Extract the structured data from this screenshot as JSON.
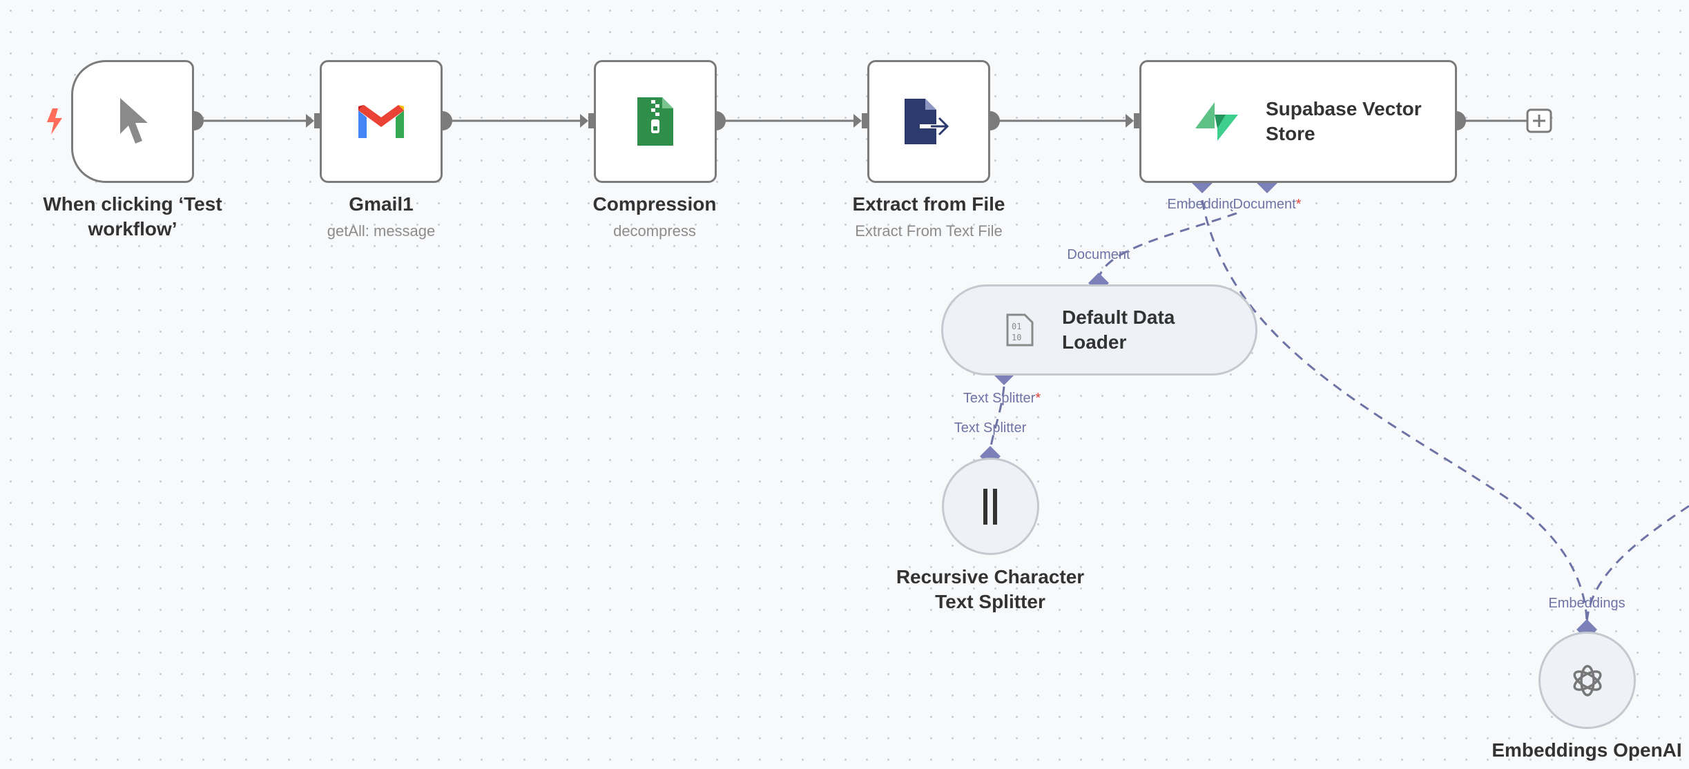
{
  "nodes": [
    {
      "title": "When clicking ‘Test workflow’",
      "title_l1": "When clicking ‘Test",
      "title_l2": "workflow’",
      "icon": "cursor-icon"
    },
    {
      "title": "Gmail1",
      "subtitle": "getAll: message",
      "icon": "gmail-icon"
    },
    {
      "title": "Compression",
      "subtitle": "decompress",
      "icon": "zip-file-icon"
    },
    {
      "title": "Extract from File",
      "subtitle": "Extract From Text File",
      "icon": "file-export-icon"
    },
    {
      "title_l1": "Supabase Vector",
      "title_l2": "Store",
      "icon": "supabase-icon"
    },
    {
      "title_l1": "Default Data",
      "title_l2": "Loader",
      "icon": "binary-file-icon"
    },
    {
      "title_l1": "Recursive Character",
      "title_l2": "Text Splitter",
      "icon": "splitter-icon"
    },
    {
      "title": "Embeddings OpenAI",
      "icon": "openai-icon"
    }
  ],
  "ports": {
    "supabase_embedding": "Embedding",
    "supabase_document": "Document",
    "required_mark": "*",
    "loader_document": "Document",
    "loader_text_splitter": "Text Splitter",
    "splitter_text_splitter": "Text Splitter",
    "openai_embeddings": "Embeddings"
  },
  "colors": {
    "edge": "#7b7b7b",
    "sub_edge": "#6e73a6",
    "trigger": "#ff6d5a",
    "required": "#e0453a"
  }
}
